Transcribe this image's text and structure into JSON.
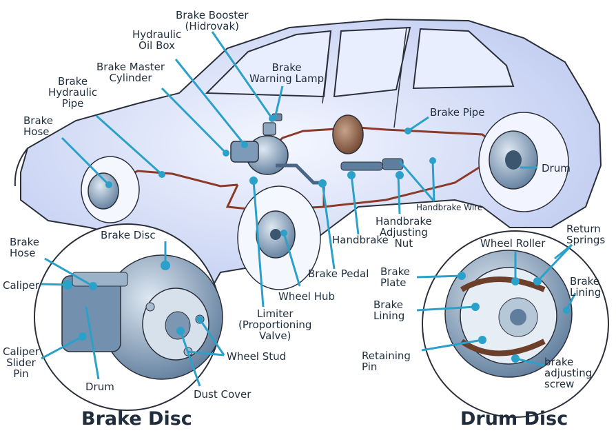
{
  "labels": {
    "brake_booster": "Brake Booster\n(Hidrovak)",
    "hydraulic_oil_box": "Hydraulic\nOil Box",
    "brake_master_cylinder": "Brake Master\nCylinder",
    "brake_warning_lamp": "Brake\nWarning Lamp",
    "brake_hydraulic_pipe": "Brake\nHydraulic\nPipe",
    "brake_hose_top": "Brake\nHose",
    "brake_pipe": "Brake Pipe",
    "drum_top": "Drum",
    "handbrake_wire": "Handbrake Wire",
    "handbrake_adjusting_nut": "Handbrake\nAdjusting\nNut",
    "handbrake": "Handbrake",
    "brake_pedal": "Brake Pedal",
    "wheel_hub": "Wheel Hub",
    "limiter": "Limiter\n(Proportioning\nValve)",
    "wheel_stud": "Wheel Stud",
    "dust_cover": "Dust Cover",
    "brake_disc_label": "Brake Disc",
    "brake_hose_left": "Brake\nHose",
    "caliper": "Caliper",
    "caliper_slider_pin": "Caliper\nSlider\nPin",
    "drum_left": "Drum",
    "wheel_roller": "Wheel Roller",
    "return_springs": "Return\nSprings",
    "brake_plate": "Brake\nPlate",
    "brake_lining_left": "Brake\nLining",
    "brake_lining_right": "Brake\nLining",
    "retaining_pin": "Retaining\nPin",
    "brake_adjusting_screw": "brake\nadjusting\nscrew"
  },
  "titles": {
    "brake_disc": "Brake Disc",
    "drum_disc": "Drum Disc"
  },
  "colors": {
    "leader": "#2ba0c9",
    "car_body": "#c7d2f3",
    "outline": "#2a2f3a",
    "pipe": "#8b3a2a",
    "metal": "#6f8fb0",
    "text": "#1f2d3d"
  }
}
